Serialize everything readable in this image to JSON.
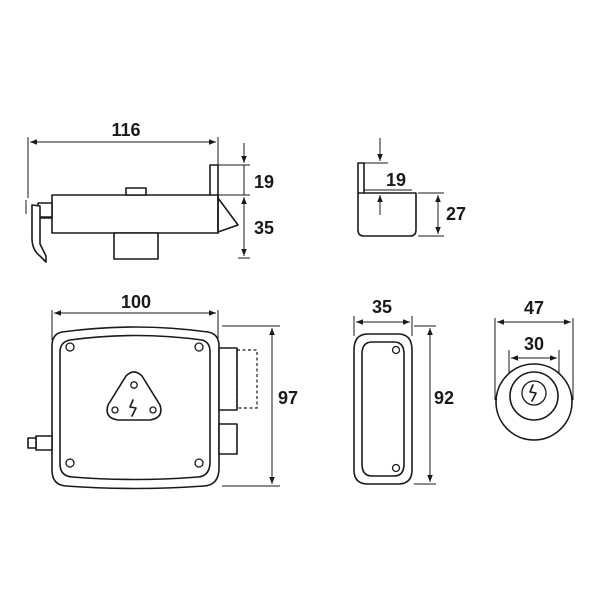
{
  "dimensions": {
    "top_side_length": "116",
    "top_side_flange": "19",
    "top_side_height": "35",
    "keeper_flange": "19",
    "keeper_height": "27",
    "front_width": "100",
    "front_height": "97",
    "keeper_front_width": "35",
    "keeper_front_height": "92",
    "cylinder_outer": "47",
    "cylinder_inner": "30"
  }
}
